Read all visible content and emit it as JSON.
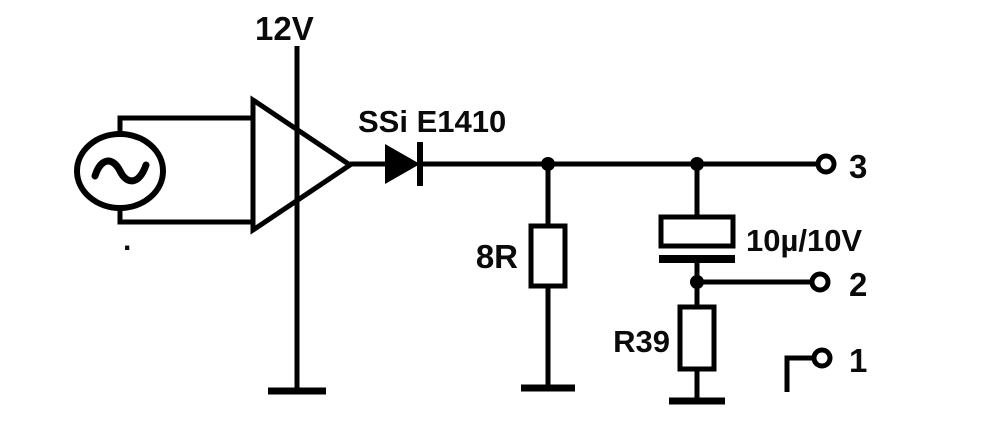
{
  "diagram": {
    "kind": "circuit-schematic",
    "background_color": "#ffffff",
    "line_color": "#000000",
    "labels": {
      "supply_voltage": "12V",
      "diode_part": "SSi E1410",
      "resistor_top": "8R",
      "capacitor_value": "10µ/10V",
      "resistor_bottom": "R39",
      "terminal_3": "3",
      "terminal_2": "2",
      "terminal_1": "1",
      "stray_dot": "."
    },
    "icons": {
      "ac_source": "sine-wave-icon",
      "amplifier": "triangle-amplifier-icon",
      "diode": "diode-icon",
      "ground": "ground-bar-icon",
      "terminal": "open-circle-terminal-icon"
    }
  }
}
